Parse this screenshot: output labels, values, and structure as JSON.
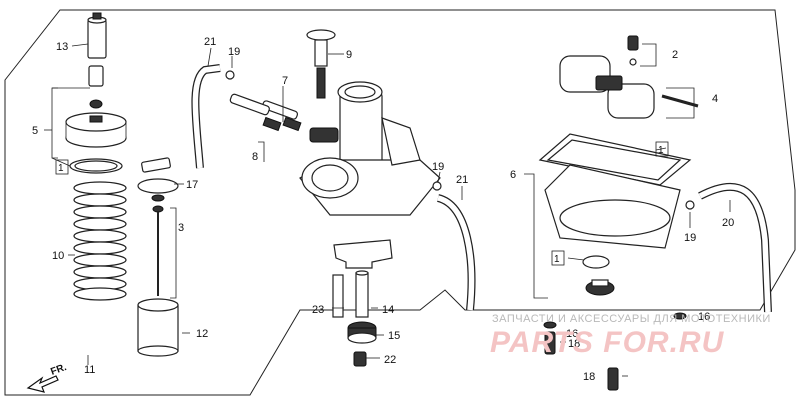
{
  "labels": {
    "p1a": "1",
    "p1b": "1",
    "p1c": "1",
    "p2": "2",
    "p3": "3",
    "p4": "4",
    "p5": "5",
    "p6": "6",
    "p7": "7",
    "p8": "8",
    "p9": "9",
    "p10": "10",
    "p11": "11",
    "p12": "12",
    "p13": "13",
    "p14": "14",
    "p15": "15",
    "p16a": "16",
    "p16b": "16",
    "p17": "17",
    "p18a": "18",
    "p18b": "18",
    "p19a": "19",
    "p19b": "19",
    "p19c": "19",
    "p20": "20",
    "p21a": "21",
    "p21b": "21",
    "p22": "22",
    "p23": "23"
  },
  "arrow": {
    "label": "FR."
  },
  "watermark": {
    "line1": "ЗАПЧАСТИ И АКСЕССУАРЫ ДЛЯ МОТОТЕХНИКИ",
    "line2": "PARTS FOR.RU"
  }
}
